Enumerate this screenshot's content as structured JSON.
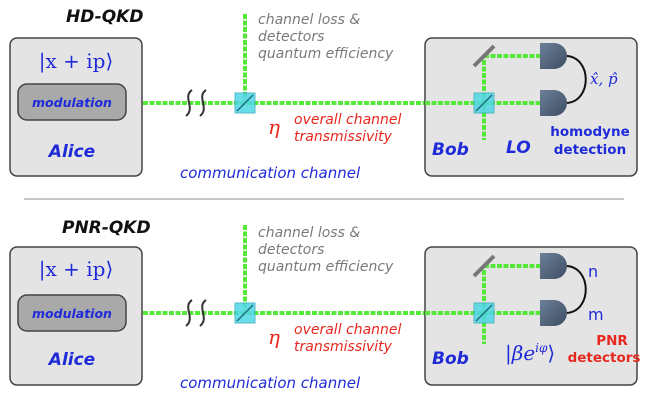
{
  "colors": {
    "beam": "#55e83a",
    "box_fill": "#e4e4e4",
    "box_stroke": "#444444",
    "modulation_fill": "#a9a9a9",
    "splitter": "#4fd6e6",
    "detector": "#4f6178",
    "label_blue": "#1f2bd8",
    "label_red": "#e8281e",
    "label_grey": "#7a7a7a",
    "divider": "#c8c8c8"
  },
  "top": {
    "title": "HD-QKD",
    "alice": {
      "state": "|x + ip⟩",
      "modulation": "modulation",
      "name": "Alice"
    },
    "loss_note": [
      "channel loss &",
      "detectors",
      "quantum efficiency"
    ],
    "eta": "η",
    "transmissivity": [
      "overall channel",
      "transmissivity"
    ],
    "channel": "communication channel",
    "bob": {
      "name": "Bob",
      "reference": "LO",
      "outputs": "x̂, p̂",
      "detection": [
        "homodyne",
        "detection"
      ]
    }
  },
  "bottom": {
    "title": "PNR-QKD",
    "alice": {
      "state": "|x + ip⟩",
      "modulation": "modulation",
      "name": "Alice"
    },
    "loss_note": [
      "channel loss &",
      "detectors",
      "quantum efficiency"
    ],
    "eta": "η",
    "transmissivity": [
      "overall channel",
      "transmissivity"
    ],
    "channel": "communication channel",
    "bob": {
      "name": "Bob",
      "reference": "|βe^{iφ}⟩",
      "output_top": "n",
      "output_bottom": "m",
      "detection": [
        "PNR",
        "detectors"
      ]
    }
  }
}
